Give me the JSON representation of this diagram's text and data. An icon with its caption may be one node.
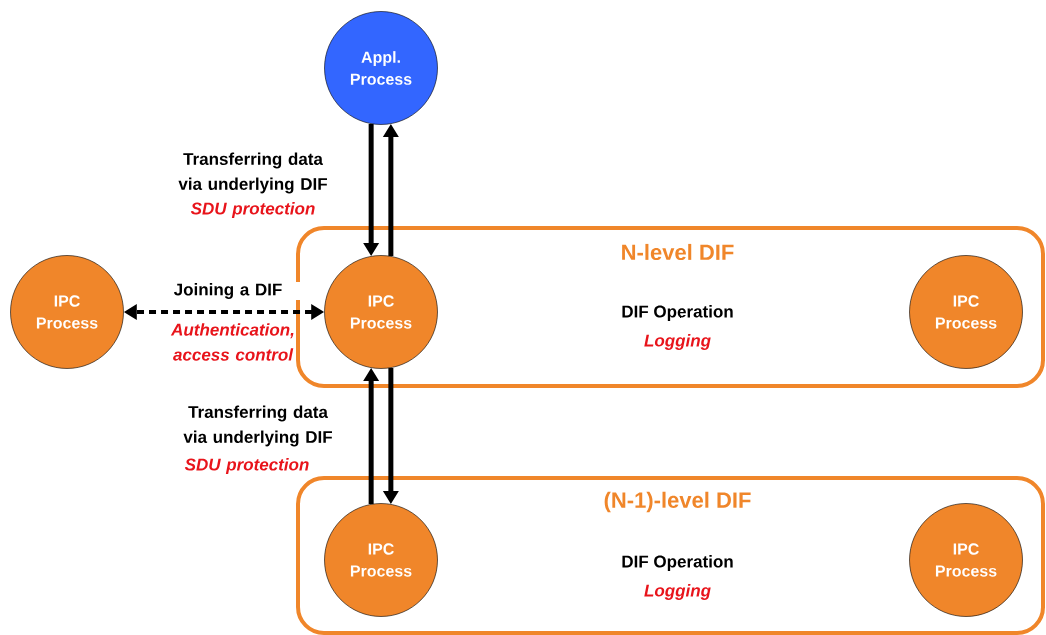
{
  "diagram": {
    "nodes": [
      {
        "text": [
          "Appl. Process"
        ]
      },
      {
        "text": [
          "IPC Process"
        ]
      },
      {
        "text": [
          "N-level DIF",
          "DIF Operation",
          "Logging"
        ]
      },
      {
        "text": [
          "IPC Process"
        ],
        "in": 2
      },
      {
        "text": [
          "IPC Process"
        ],
        "in": 2
      },
      {
        "text": [
          "(N-1)-level DIF",
          "DIF Operation",
          "Logging"
        ]
      },
      {
        "text": [
          "IPC Process"
        ],
        "in": 5
      },
      {
        "text": [
          "IPC Process"
        ],
        "in": 5
      }
    ],
    "edges": [
      {
        "from": 0,
        "to": 3,
        "arrow": "to",
        "label": "Transferring data via underlying DIF"
      },
      {
        "from": 3,
        "to": 0,
        "arrow": "to"
      },
      {
        "from": 3,
        "to": 1,
        "arrow": "both",
        "label": "Joining a DIF",
        "style": "dashed"
      },
      {
        "from": 6,
        "to": 3,
        "arrow": "to",
        "label": "Transferring data via underlying DIF"
      },
      {
        "from": 3,
        "to": 6,
        "arrow": "to"
      }
    ],
    "labels": [
      "SDU protection",
      "Authentication, access control",
      "SDU protection"
    ]
  }
}
